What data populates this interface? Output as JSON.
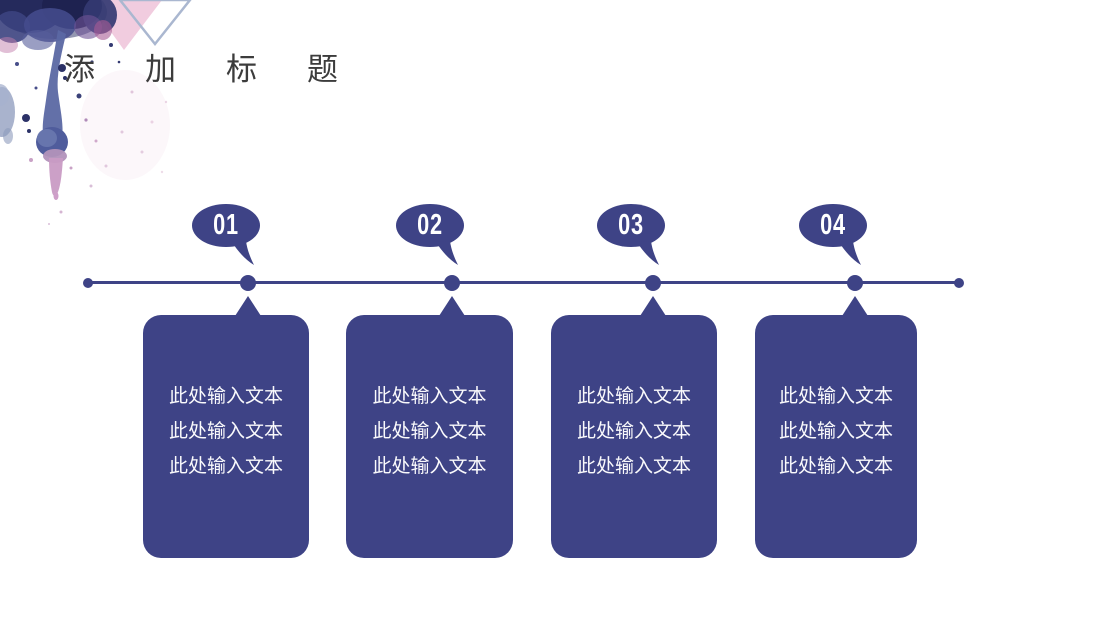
{
  "page": {
    "background": "#ffffff"
  },
  "title": {
    "text": "添加标题"
  },
  "colors": {
    "accent": "#3e4386",
    "title_text": "#3c3c3c",
    "card_text": "#fafafc",
    "pink_triangle": "#f0c6db",
    "outline_triangle": "#aab7d0"
  },
  "timeline": {
    "items": [
      {
        "number": "01",
        "lines": [
          "此处输入文本",
          "此处输入文本",
          "此处输入文本"
        ]
      },
      {
        "number": "02",
        "lines": [
          "此处输入文本",
          "此处输入文本",
          "此处输入文本"
        ]
      },
      {
        "number": "03",
        "lines": [
          "此处输入文本",
          "此处输入文本",
          "此处输入文本"
        ]
      },
      {
        "number": "04",
        "lines": [
          "此处输入文本",
          "此处输入文本",
          "此处输入文本"
        ]
      }
    ]
  }
}
